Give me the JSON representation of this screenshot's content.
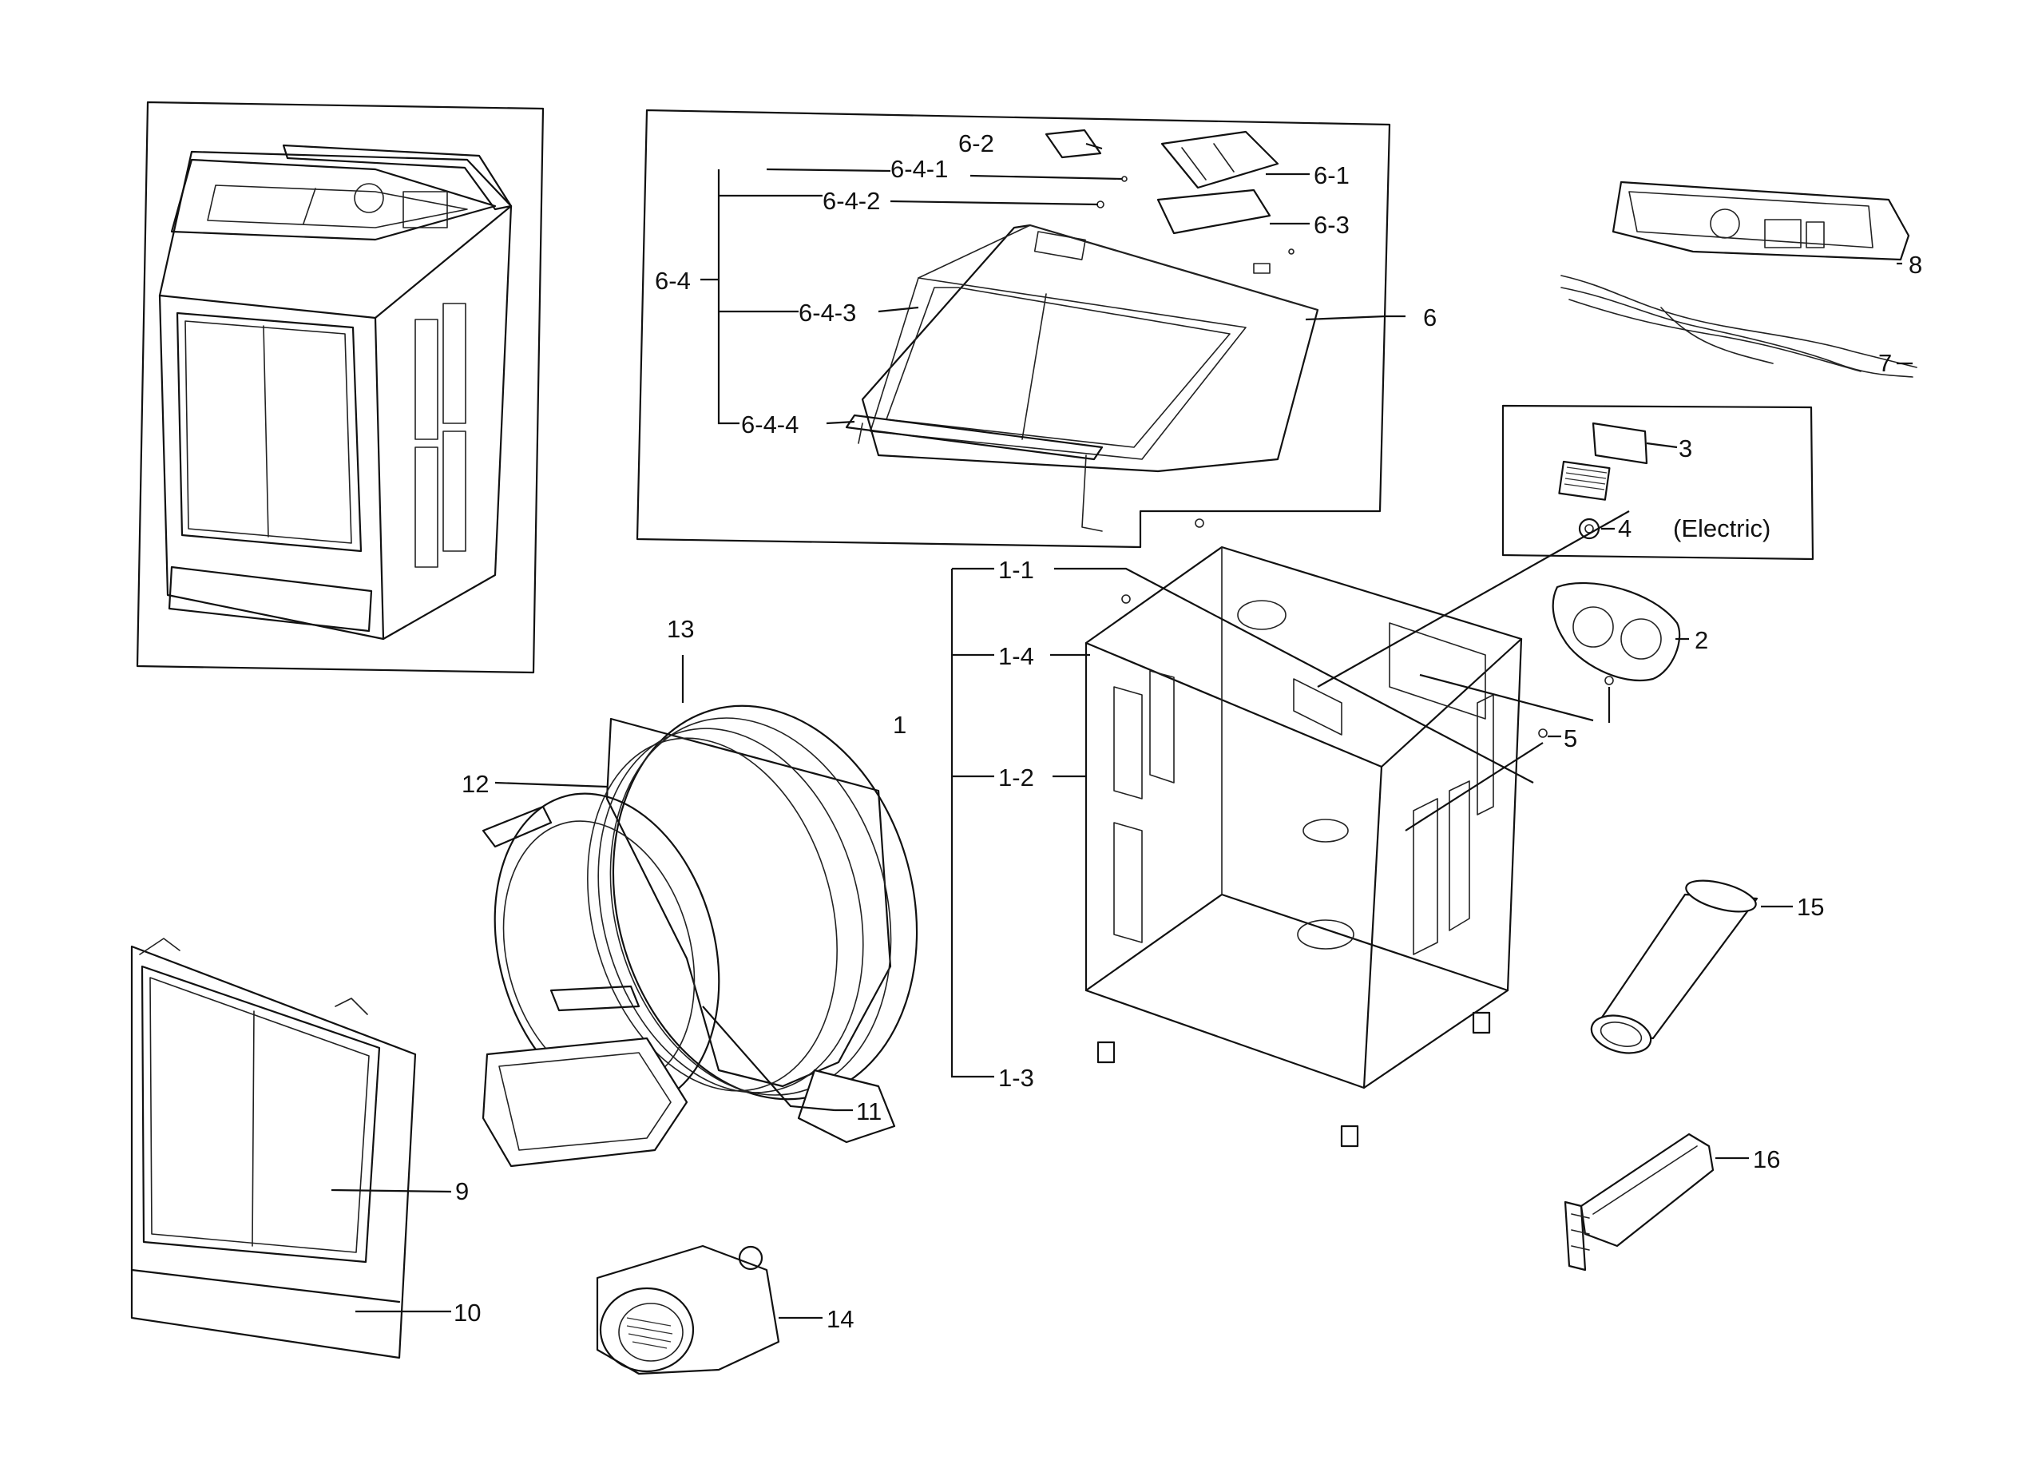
{
  "diagram": {
    "labels": {
      "p1": "1",
      "p1_1": "1-1",
      "p1_2": "1-2",
      "p1_3": "1-3",
      "p1_4": "1-4",
      "p2": "2",
      "p3": "3",
      "p4": "4",
      "p4_note": "(Electric)",
      "p5": "5",
      "p6": "6",
      "p6_1": "6-1",
      "p6_2": "6-2",
      "p6_3": "6-3",
      "p6_4": "6-4",
      "p6_4_1": "6-4-1",
      "p6_4_2": "6-4-2",
      "p6_4_3": "6-4-3",
      "p6_4_4": "6-4-4",
      "p7": "7",
      "p8": "8",
      "p9": "9",
      "p10": "10",
      "p11": "11",
      "p12": "12",
      "p13": "13",
      "p14": "14",
      "p15": "15",
      "p16": "16"
    }
  }
}
